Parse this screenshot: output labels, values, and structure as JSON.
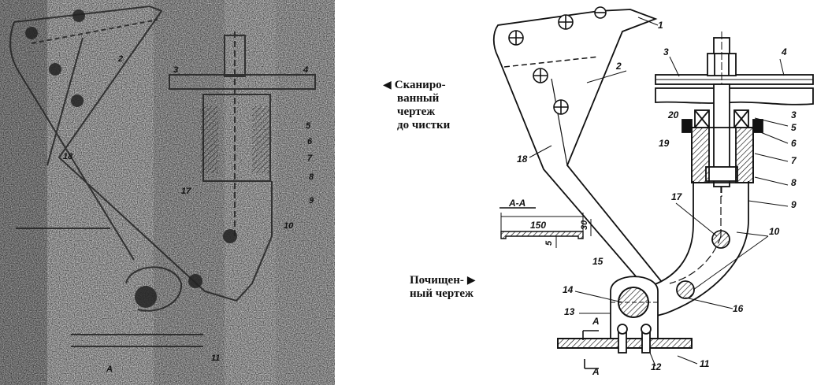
{
  "captions": {
    "scanned": {
      "arrow": "◀",
      "lines": [
        "Скани­ро-",
        "ванный",
        "чертеж",
        "до чистки"
      ]
    },
    "cleaned": {
      "arrow": "▶",
      "lines": [
        "Почищен-",
        "ный чертеж"
      ]
    }
  },
  "labels": {
    "right": [
      "1",
      "2",
      "3",
      "4",
      "3",
      "20",
      "5",
      "19",
      "6",
      "7",
      "18",
      "8",
      "9",
      "17",
      "10",
      "15",
      "14",
      "16",
      "13",
      "12",
      "11"
    ],
    "left": [
      "2",
      "3",
      "4",
      "5",
      "6",
      "7",
      "8",
      "9",
      "10",
      "17",
      "18",
      "11"
    ],
    "section_name": "А-А",
    "section_width": "150",
    "section_height": "30",
    "section_thickness": "5",
    "cut_marker": "А"
  },
  "colors": {
    "ink": "#111111",
    "paper": "#ffffff",
    "noise": "#9a9a9a"
  }
}
